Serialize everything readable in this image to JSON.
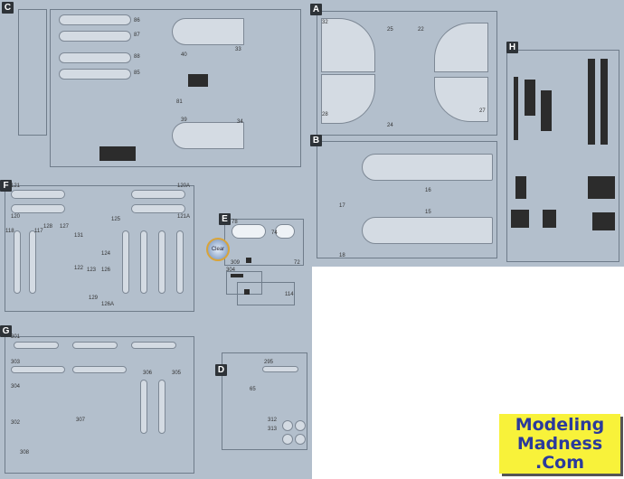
{
  "sprues": {
    "a": "A",
    "b": "B",
    "c": "C",
    "d": "D",
    "e": "E",
    "f": "F",
    "g": "G",
    "h": "H"
  },
  "clear_badge": "Clear",
  "parts": {
    "c": [
      "86",
      "87",
      "88",
      "85",
      "40",
      "81",
      "39",
      "33",
      "34"
    ],
    "a": [
      "25",
      "22",
      "32",
      "28",
      "24",
      "27"
    ],
    "b": [
      "16",
      "15",
      "17",
      "18"
    ],
    "f": [
      "121",
      "120",
      "121A",
      "120A",
      "125",
      "118",
      "117",
      "128",
      "127",
      "131",
      "122",
      "123",
      "124",
      "126",
      "126A",
      "129"
    ],
    "e": [
      "78",
      "74",
      "72",
      "309",
      "304",
      "114"
    ],
    "g": [
      "301",
      "303",
      "304",
      "306",
      "305",
      "302",
      "307",
      "308"
    ],
    "d": [
      "65",
      "295",
      "312",
      "313"
    ]
  },
  "logo": {
    "line1": "Modeling",
    "line2": "Madness",
    "line3": ".Com"
  }
}
